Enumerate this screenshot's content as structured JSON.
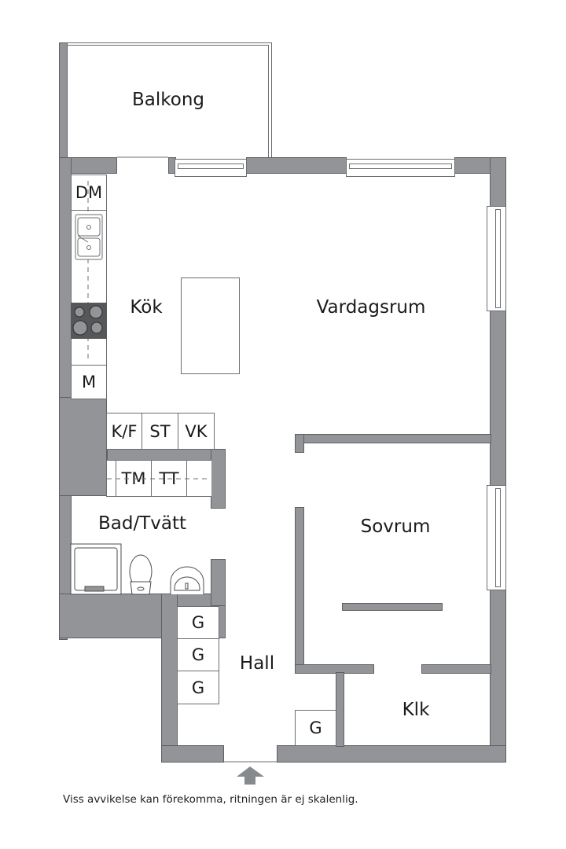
{
  "rooms": {
    "balkong": "Balkong",
    "kok": "Kök",
    "vardagsrum": "Vardagsrum",
    "sovrum": "Sovrum",
    "bad": "Bad/Tvätt",
    "hall": "Hall",
    "klk": "Klk"
  },
  "kitchen_units": {
    "dm": "DM",
    "m": "M",
    "kf": "K/F",
    "st": "ST",
    "vk": "VK"
  },
  "laundry_units": {
    "tm": "TM",
    "tt": "TT"
  },
  "storage": {
    "g1": "G",
    "g2": "G",
    "g3": "G",
    "g4": "G"
  },
  "icons": {
    "entrance": "arrow-up-icon",
    "sink": "double-sink-icon",
    "stove": "stove-icon",
    "toilet": "toilet-icon",
    "basin": "wash-basin-icon",
    "shower": "shower-icon"
  },
  "colors": {
    "wall": "#929497",
    "wall_border": "#5e6062",
    "stove": "#555759",
    "background": "#ffffff"
  },
  "footer": {
    "note": "Viss avvikelse kan förekomma, ritningen är ej skalenlig."
  }
}
